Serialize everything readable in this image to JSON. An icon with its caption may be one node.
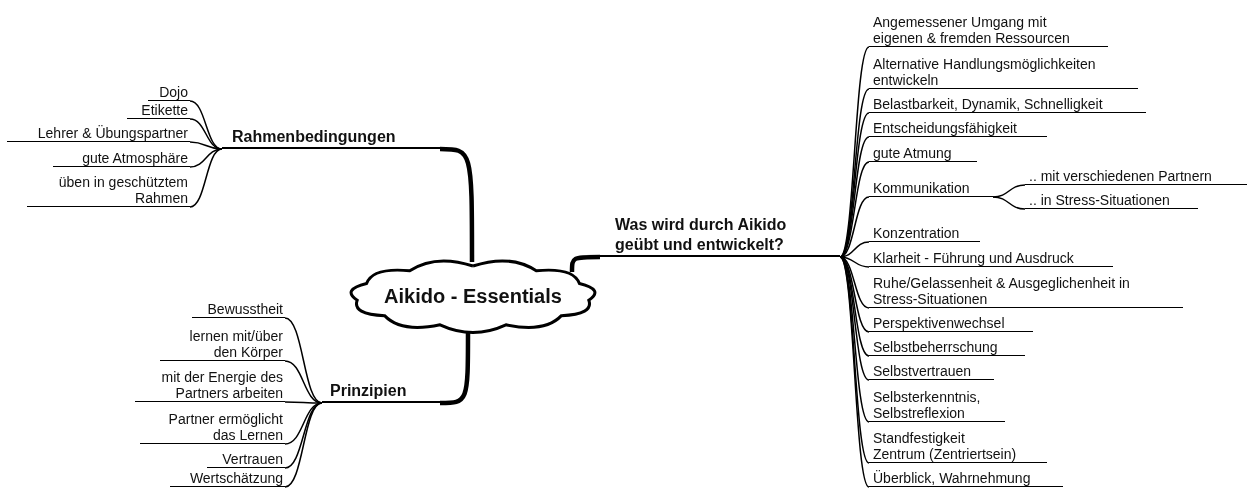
{
  "diagram": {
    "nodes": [
      {
        "text": [
          "Aikido - Essentials"
        ]
      },
      {
        "text": [
          "Rahmenbedingungen"
        ]
      },
      {
        "text": [
          "Dojo"
        ]
      },
      {
        "text": [
          "Etikette"
        ]
      },
      {
        "text": [
          "Lehrer & Übungspartner"
        ]
      },
      {
        "text": [
          "gute Atmosphäre"
        ]
      },
      {
        "text": [
          "üben in geschütztem Rahmen"
        ]
      },
      {
        "text": [
          "Prinzipien"
        ]
      },
      {
        "text": [
          "Bewusstheit"
        ]
      },
      {
        "text": [
          "lernen mit/über den Körper"
        ]
      },
      {
        "text": [
          "mit der Energie des Partners arbeiten"
        ]
      },
      {
        "text": [
          "Partner ermöglicht das Lernen"
        ]
      },
      {
        "text": [
          "Vertrauen"
        ]
      },
      {
        "text": [
          "Wertschätzung"
        ]
      },
      {
        "text": [
          "Was wird durch Aikido geübt und entwickelt?"
        ]
      },
      {
        "text": [
          "Angemessener Umgang mit eigenen & fremden Ressourcen"
        ]
      },
      {
        "text": [
          "Alternative Handlungsmöglichkeiten entwickeln"
        ]
      },
      {
        "text": [
          "Belastbarkeit, Dynamik, Schnelligkeit"
        ]
      },
      {
        "text": [
          "Entscheidungsfähigkeit"
        ]
      },
      {
        "text": [
          "gute Atmung"
        ]
      },
      {
        "text": [
          "Kommunikation"
        ]
      },
      {
        "text": [
          ".. mit verschiedenen Partnern"
        ]
      },
      {
        "text": [
          ".. in Stress-Situationen"
        ]
      },
      {
        "text": [
          "Konzentration"
        ]
      },
      {
        "text": [
          "Klarheit - Führung und Ausdruck"
        ]
      },
      {
        "text": [
          "Ruhe/Gelassenheit & Ausgeglichenheit in Stress-Situationen"
        ]
      },
      {
        "text": [
          "Perspektivenwechsel"
        ]
      },
      {
        "text": [
          "Selbstbeherrschung"
        ]
      },
      {
        "text": [
          "Selbstvertrauen"
        ]
      },
      {
        "text": [
          "Selbsterkenntnis, Selbstreflexion"
        ]
      },
      {
        "text": [
          "Standfestigkeit Zentrum (Zentriertsein)"
        ]
      },
      {
        "text": [
          "Überblick, Wahrnehmung"
        ]
      }
    ],
    "edges": [
      {
        "from": 0,
        "to": 1,
        "arrow": "none",
        "style": "thick"
      },
      {
        "from": 1,
        "to": 2,
        "arrow": "none"
      },
      {
        "from": 1,
        "to": 3,
        "arrow": "none"
      },
      {
        "from": 1,
        "to": 4,
        "arrow": "none"
      },
      {
        "from": 1,
        "to": 5,
        "arrow": "none"
      },
      {
        "from": 1,
        "to": 6,
        "arrow": "none"
      },
      {
        "from": 0,
        "to": 7,
        "arrow": "none",
        "style": "thick"
      },
      {
        "from": 7,
        "to": 8,
        "arrow": "none"
      },
      {
        "from": 7,
        "to": 9,
        "arrow": "none"
      },
      {
        "from": 7,
        "to": 10,
        "arrow": "none"
      },
      {
        "from": 7,
        "to": 11,
        "arrow": "none"
      },
      {
        "from": 7,
        "to": 12,
        "arrow": "none"
      },
      {
        "from": 7,
        "to": 13,
        "arrow": "none"
      },
      {
        "from": 0,
        "to": 14,
        "arrow": "none",
        "style": "thick"
      },
      {
        "from": 14,
        "to": 15,
        "arrow": "none"
      },
      {
        "from": 14,
        "to": 16,
        "arrow": "none"
      },
      {
        "from": 14,
        "to": 17,
        "arrow": "none"
      },
      {
        "from": 14,
        "to": 18,
        "arrow": "none"
      },
      {
        "from": 14,
        "to": 19,
        "arrow": "none"
      },
      {
        "from": 14,
        "to": 20,
        "arrow": "none"
      },
      {
        "from": 20,
        "to": 21,
        "arrow": "none"
      },
      {
        "from": 20,
        "to": 22,
        "arrow": "none"
      },
      {
        "from": 14,
        "to": 23,
        "arrow": "none"
      },
      {
        "from": 14,
        "to": 24,
        "arrow": "none"
      },
      {
        "from": 14,
        "to": 25,
        "arrow": "none"
      },
      {
        "from": 14,
        "to": 26,
        "arrow": "none"
      },
      {
        "from": 14,
        "to": 27,
        "arrow": "none"
      },
      {
        "from": 14,
        "to": 28,
        "arrow": "none"
      },
      {
        "from": 14,
        "to": 29,
        "arrow": "none"
      },
      {
        "from": 14,
        "to": 30,
        "arrow": "none"
      },
      {
        "from": 14,
        "to": 31,
        "arrow": "none"
      }
    ]
  }
}
